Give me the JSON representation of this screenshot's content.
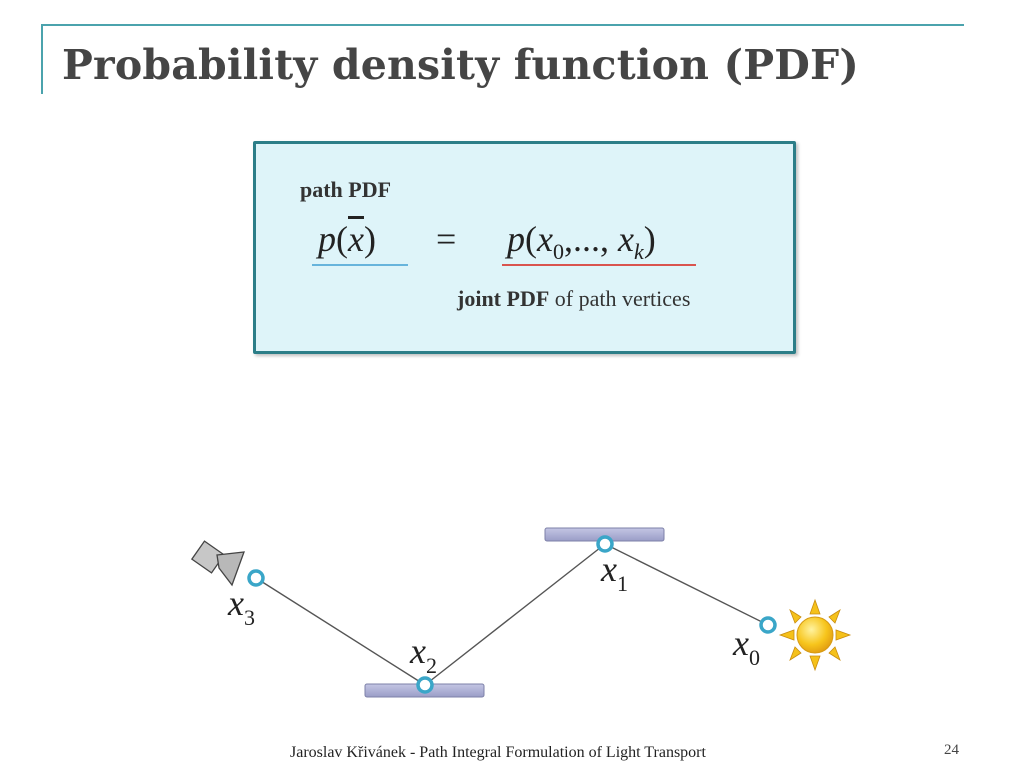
{
  "slide": {
    "title": "Probability density function (PDF)",
    "footer": "Jaroslav Křivánek - Path Integral Formulation of Light Transport",
    "page_number": "24"
  },
  "formula": {
    "label_top": "path PDF",
    "lhs_p": "p",
    "lhs_open": "(",
    "lhs_var": "x",
    "lhs_close": ")",
    "equals": "=",
    "rhs_p": "p",
    "rhs_open": "(",
    "rhs_x": "x",
    "rhs_sub0": "0",
    "rhs_mid": ",..., ",
    "rhs_x2": "x",
    "rhs_subk": "k",
    "rhs_close": ")",
    "label_bottom_bold": "joint PDF",
    "label_bottom_rest": " of path vertices"
  },
  "diagram": {
    "vertices": [
      {
        "name": "x",
        "sub": "3"
      },
      {
        "name": "x",
        "sub": "2"
      },
      {
        "name": "x",
        "sub": "1"
      },
      {
        "name": "x",
        "sub": "0"
      }
    ],
    "colors": {
      "vertex_stroke": "#3aa6c8",
      "surface_fill": "#a9acd2",
      "path_line": "#555555",
      "sun_fill": "#f5c11a"
    },
    "icons": [
      "camera-icon",
      "sun-icon"
    ]
  }
}
